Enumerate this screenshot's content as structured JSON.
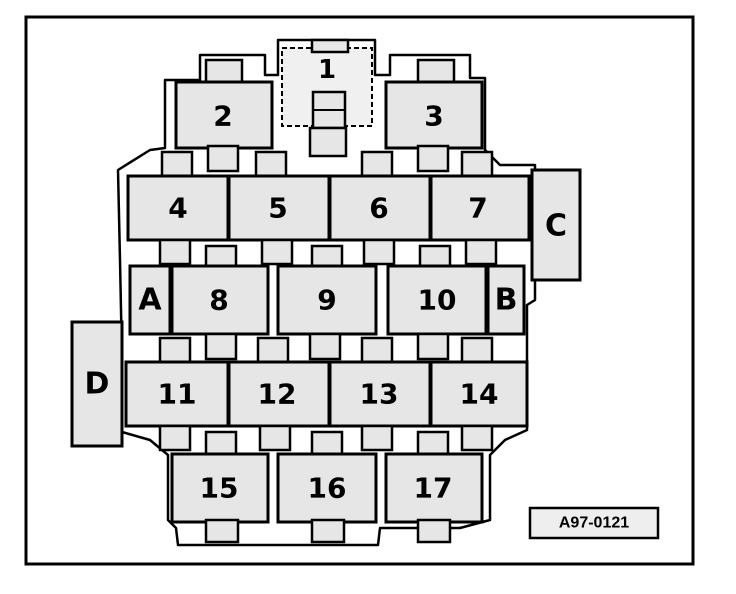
{
  "relays": {
    "r1": "1",
    "r2": "2",
    "r3": "3",
    "r4": "4",
    "r5": "5",
    "r6": "6",
    "r7": "7",
    "r8": "8",
    "r9": "9",
    "r10": "10",
    "r11": "11",
    "r12": "12",
    "r13": "13",
    "r14": "14",
    "r15": "15",
    "r16": "16",
    "r17": "17"
  },
  "sides": {
    "a": "A",
    "b": "B",
    "c": "C",
    "d": "D"
  },
  "reference": "A97-0121"
}
